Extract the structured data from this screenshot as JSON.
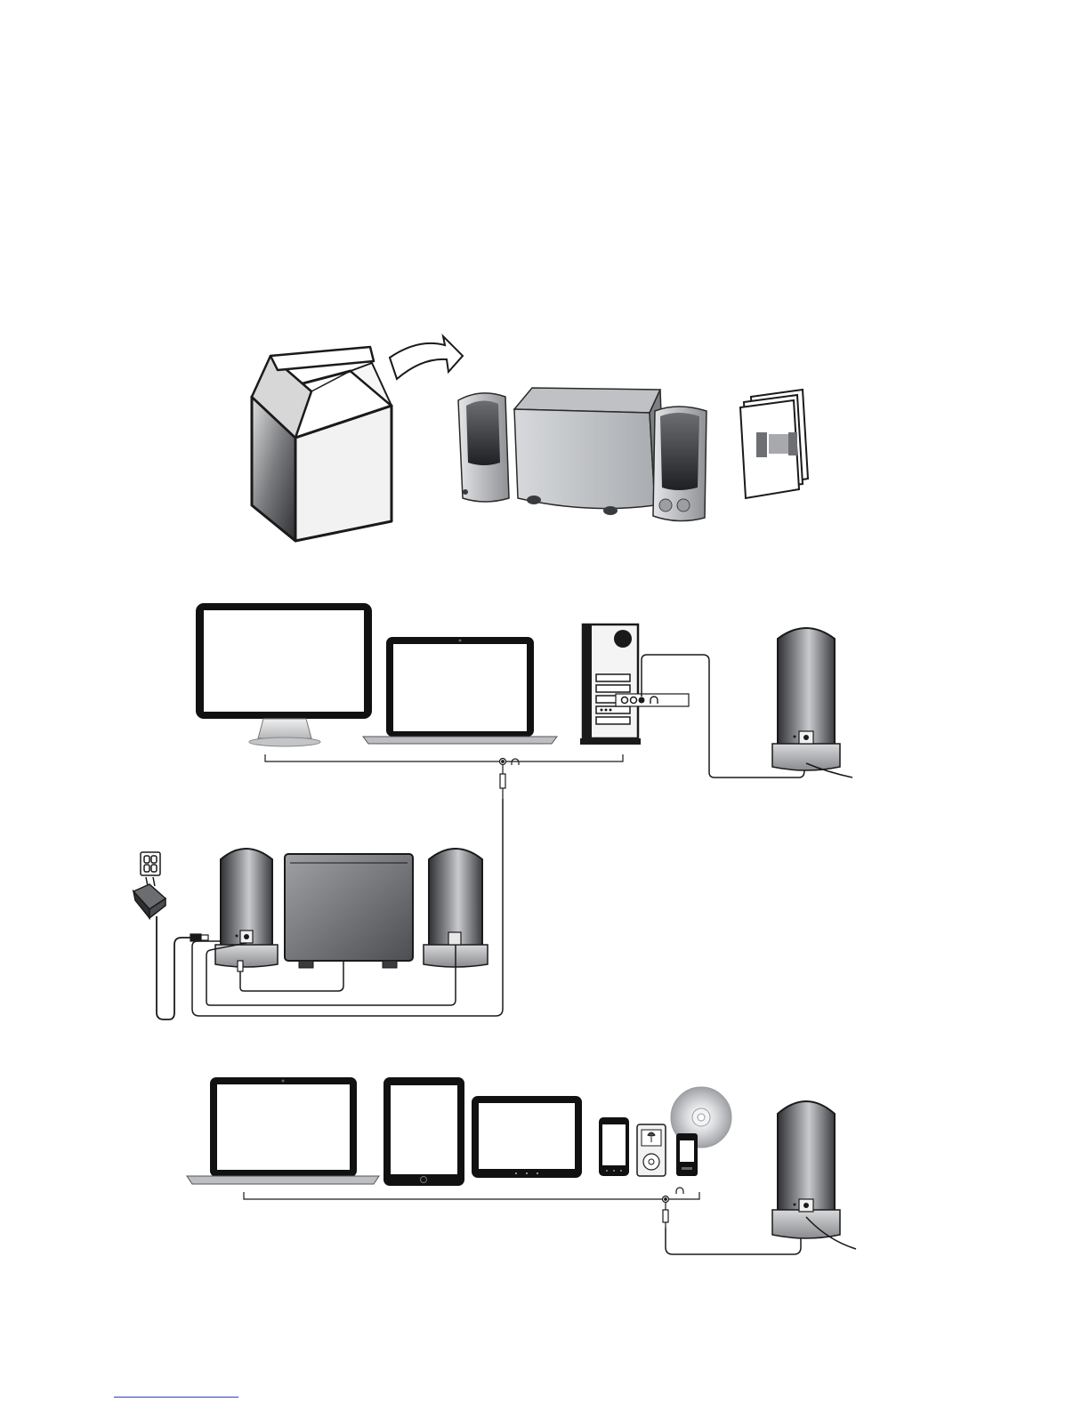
{
  "page": {
    "kind": "speaker-setup-illustration"
  },
  "colors": {
    "line": "#1a1a1a",
    "speaker_dark": "#4a4c50",
    "speaker_light": "#c9cbcf",
    "box_shade": "#5c5d60",
    "box_light": "#f2f2f2",
    "footer_link": "#2a3fd0"
  },
  "steps": [
    {
      "id": "unbox",
      "icons": [
        "open-box-icon",
        "arrow-icon",
        "speaker-set-icon",
        "manual-icon"
      ]
    },
    {
      "id": "connect-computer",
      "icons": [
        "monitor-icon",
        "laptop-icon",
        "tower-pc-icon",
        "headphone-icon",
        "speaker-rear-icon",
        "power-outlet-icon",
        "power-adapter-icon",
        "subwoofer-icon"
      ]
    },
    {
      "id": "connect-devices",
      "icons": [
        "laptop-icon",
        "tablet-icon",
        "tablet-landscape-icon",
        "smartphone-icon",
        "ipod-icon",
        "mp3-player-icon",
        "cd-icon",
        "headphone-icon",
        "speaker-rear-icon"
      ]
    }
  ]
}
